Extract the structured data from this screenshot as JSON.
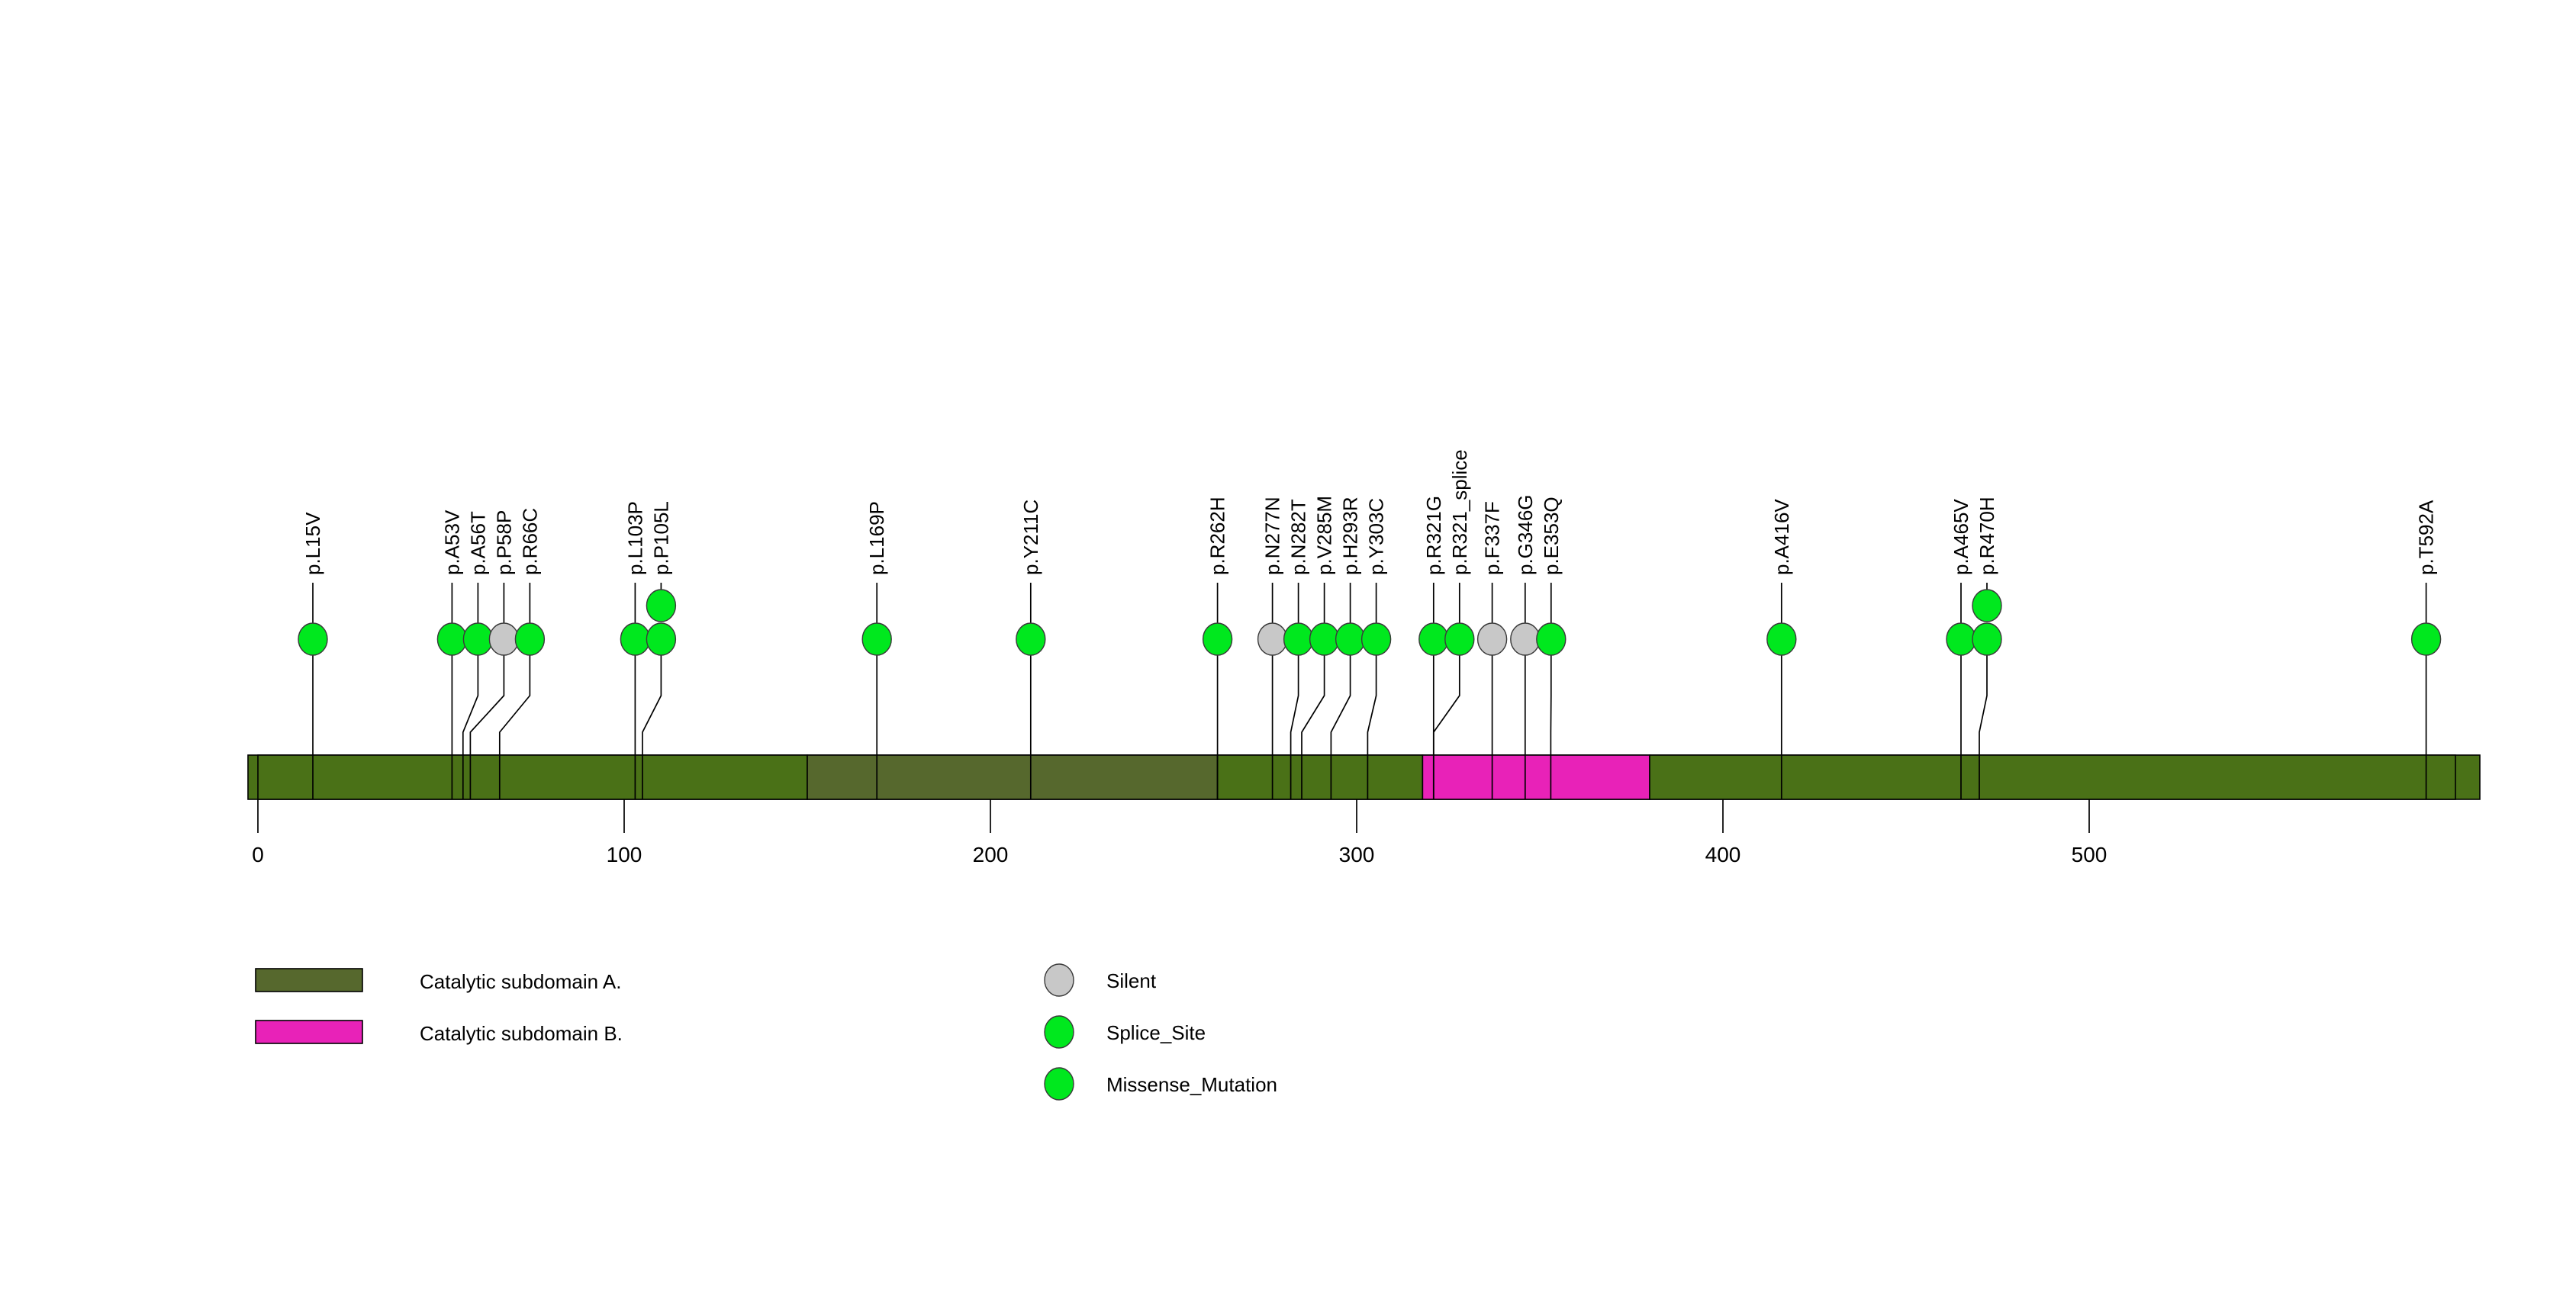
{
  "figure": {
    "type": "lollipop-plot",
    "background": "#ffffff"
  },
  "chart_data": {
    "type": "lollipop",
    "title": "",
    "xlabel": "",
    "ylabel": "",
    "xlim": [
      0,
      600
    ],
    "protein_length": 600,
    "grid": false,
    "legend_position": "bottom",
    "axis": {
      "ticks": [
        0,
        100,
        200,
        300,
        400,
        500
      ],
      "tick_labels": [
        "0",
        "100",
        "200",
        "300",
        "400",
        "500"
      ]
    },
    "domains": [
      {
        "label": "Catalytic subdomain A.",
        "color": "#4a7117",
        "start": 0,
        "end": 150
      },
      {
        "label": "Catalytic subdomain A.",
        "color": "#56682d",
        "start": 150,
        "end": 262
      },
      {
        "label": "Catalytic subdomain A.",
        "color": "#4a7117",
        "start": 262,
        "end": 318
      },
      {
        "label": "Catalytic subdomain B.",
        "color": "#e822b8",
        "start": 318,
        "end": 380
      },
      {
        "label": "Catalytic subdomain A.",
        "color": "#4a7117",
        "start": 380,
        "end": 600
      }
    ],
    "mutation_types": [
      {
        "name": "Silent",
        "color": "#c8c8c8"
      },
      {
        "name": "Splice_Site",
        "color": "#00e81e"
      },
      {
        "name": "Missense_Mutation",
        "color": "#00e81e"
      }
    ],
    "mutations": [
      {
        "label": "p.L15V",
        "position": 15,
        "count": 1,
        "type": "Missense_Mutation",
        "color": "#00e81e"
      },
      {
        "label": "p.A53V",
        "position": 53,
        "count": 1,
        "type": "Missense_Mutation",
        "color": "#00e81e"
      },
      {
        "label": "p.A56T",
        "position": 56,
        "count": 1,
        "type": "Missense_Mutation",
        "color": "#00e81e"
      },
      {
        "label": "p.P58P",
        "position": 58,
        "count": 1,
        "type": "Silent",
        "color": "#c8c8c8"
      },
      {
        "label": "p.R66C",
        "position": 66,
        "count": 1,
        "type": "Missense_Mutation",
        "color": "#00e81e"
      },
      {
        "label": "p.L103P",
        "position": 103,
        "count": 1,
        "type": "Missense_Mutation",
        "color": "#00e81e"
      },
      {
        "label": "p.P105L",
        "position": 105,
        "count": 2,
        "type": "Missense_Mutation",
        "color": "#00e81e"
      },
      {
        "label": "p.L169P",
        "position": 169,
        "count": 1,
        "type": "Missense_Mutation",
        "color": "#00e81e"
      },
      {
        "label": "p.Y211C",
        "position": 211,
        "count": 1,
        "type": "Missense_Mutation",
        "color": "#00e81e"
      },
      {
        "label": "p.R262H",
        "position": 262,
        "count": 1,
        "type": "Missense_Mutation",
        "color": "#00e81e"
      },
      {
        "label": "p.N277N",
        "position": 277,
        "count": 1,
        "type": "Silent",
        "color": "#c8c8c8"
      },
      {
        "label": "p.N282T",
        "position": 282,
        "count": 1,
        "type": "Missense_Mutation",
        "color": "#00e81e"
      },
      {
        "label": "p.V285M",
        "position": 285,
        "count": 1,
        "type": "Missense_Mutation",
        "color": "#00e81e"
      },
      {
        "label": "p.H293R",
        "position": 293,
        "count": 1,
        "type": "Missense_Mutation",
        "color": "#00e81e"
      },
      {
        "label": "p.Y303C",
        "position": 303,
        "count": 1,
        "type": "Missense_Mutation",
        "color": "#00e81e"
      },
      {
        "label": "p.R321G",
        "position": 321,
        "count": 1,
        "type": "Missense_Mutation",
        "color": "#00e81e"
      },
      {
        "label": "p.R321_splice",
        "position": 321,
        "count": 1,
        "type": "Splice_Site",
        "color": "#00e81e"
      },
      {
        "label": "p.F337F",
        "position": 337,
        "count": 1,
        "type": "Silent",
        "color": "#c8c8c8"
      },
      {
        "label": "p.G346G",
        "position": 346,
        "count": 1,
        "type": "Silent",
        "color": "#c8c8c8"
      },
      {
        "label": "p.E353Q",
        "position": 353,
        "count": 1,
        "type": "Missense_Mutation",
        "color": "#00e81e"
      },
      {
        "label": "p.A416V",
        "position": 416,
        "count": 1,
        "type": "Missense_Mutation",
        "color": "#00e81e"
      },
      {
        "label": "p.A465V",
        "position": 465,
        "count": 1,
        "type": "Missense_Mutation",
        "color": "#00e81e"
      },
      {
        "label": "p.R470H",
        "position": 470,
        "count": 2,
        "type": "Missense_Mutation",
        "color": "#00e81e"
      },
      {
        "label": "p.T592A",
        "position": 592,
        "count": 1,
        "type": "Missense_Mutation",
        "color": "#00e81e"
      }
    ]
  },
  "legend": {
    "domains": [
      {
        "label": "Catalytic subdomain A.",
        "color": "#56682d"
      },
      {
        "label": "Catalytic subdomain B.",
        "color": "#e822b8"
      }
    ],
    "mutations": [
      {
        "label": "Silent",
        "color": "#c8c8c8"
      },
      {
        "label": "Splice_Site",
        "color": "#00e81e"
      },
      {
        "label": "Missense_Mutation",
        "color": "#00e81e"
      }
    ]
  }
}
